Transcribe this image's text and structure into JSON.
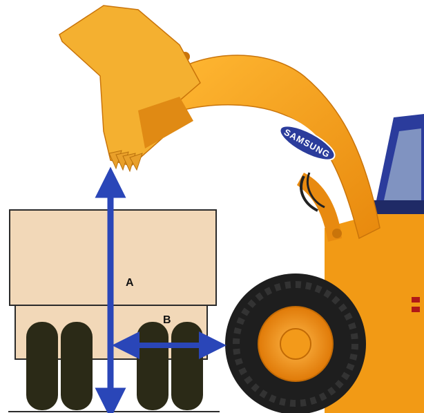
{
  "diagram": {
    "labels": {
      "a": "A",
      "b": "B"
    },
    "brand_text": "SAMSUNG"
  },
  "colors": {
    "truck_body": "#f2d8b8",
    "truck_outline": "#2a2a2a",
    "truck_tire": "#2b2a17",
    "loader_body": "#f6a21c",
    "loader_shade": "#d97e0c",
    "bucket": "#f4b030",
    "arrow": "#2a46b8",
    "wheel_rubber": "#1e1e1e",
    "hub": "#f08a10",
    "badge": "#2b3c9c"
  },
  "icons": {
    "dimension_a": "vertical-double-arrow",
    "dimension_b": "horizontal-double-arrow"
  }
}
